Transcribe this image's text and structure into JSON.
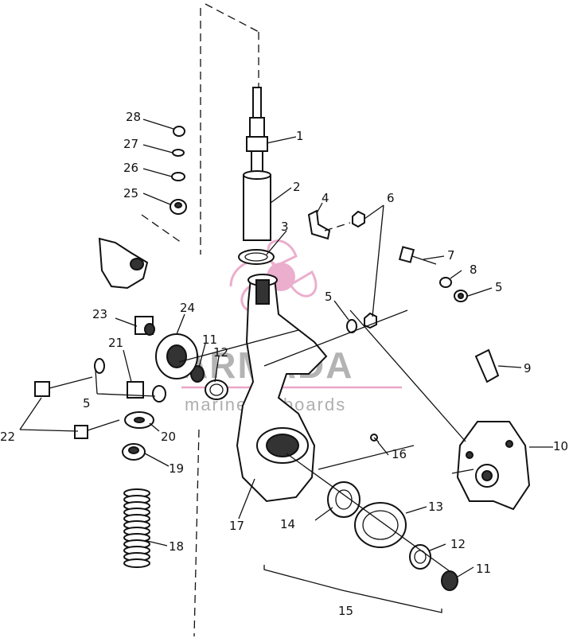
{
  "callouts": [
    {
      "id": "c1",
      "text": "1"
    },
    {
      "id": "c2",
      "text": "2"
    },
    {
      "id": "c3",
      "text": "3"
    },
    {
      "id": "c4",
      "text": "4"
    },
    {
      "id": "c5a",
      "text": "5"
    },
    {
      "id": "c5b",
      "text": "5"
    },
    {
      "id": "c5c",
      "text": "5"
    },
    {
      "id": "c6",
      "text": "6"
    },
    {
      "id": "c7",
      "text": "7"
    },
    {
      "id": "c8",
      "text": "8"
    },
    {
      "id": "c9",
      "text": "9"
    },
    {
      "id": "c10",
      "text": "10"
    },
    {
      "id": "c11a",
      "text": "11"
    },
    {
      "id": "c11b",
      "text": "11"
    },
    {
      "id": "c12a",
      "text": "12"
    },
    {
      "id": "c12b",
      "text": "12"
    },
    {
      "id": "c13",
      "text": "13"
    },
    {
      "id": "c14",
      "text": "14"
    },
    {
      "id": "c15",
      "text": "15"
    },
    {
      "id": "c16",
      "text": "16"
    },
    {
      "id": "c17",
      "text": "17"
    },
    {
      "id": "c18",
      "text": "18"
    },
    {
      "id": "c19",
      "text": "19"
    },
    {
      "id": "c20",
      "text": "20"
    },
    {
      "id": "c21",
      "text": "21"
    },
    {
      "id": "c22",
      "text": "22"
    },
    {
      "id": "c23",
      "text": "23"
    },
    {
      "id": "c24",
      "text": "24"
    },
    {
      "id": "c25",
      "text": "25"
    },
    {
      "id": "c26",
      "text": "26"
    },
    {
      "id": "c27",
      "text": "27"
    },
    {
      "id": "c28",
      "text": "28"
    }
  ],
  "watermark": {
    "brand": "ARMADA",
    "tagline": "marine outboards",
    "logo": "propeller-logo-icon",
    "color_pink": "#e9a6c8",
    "color_gray": "#9a9a9a"
  }
}
